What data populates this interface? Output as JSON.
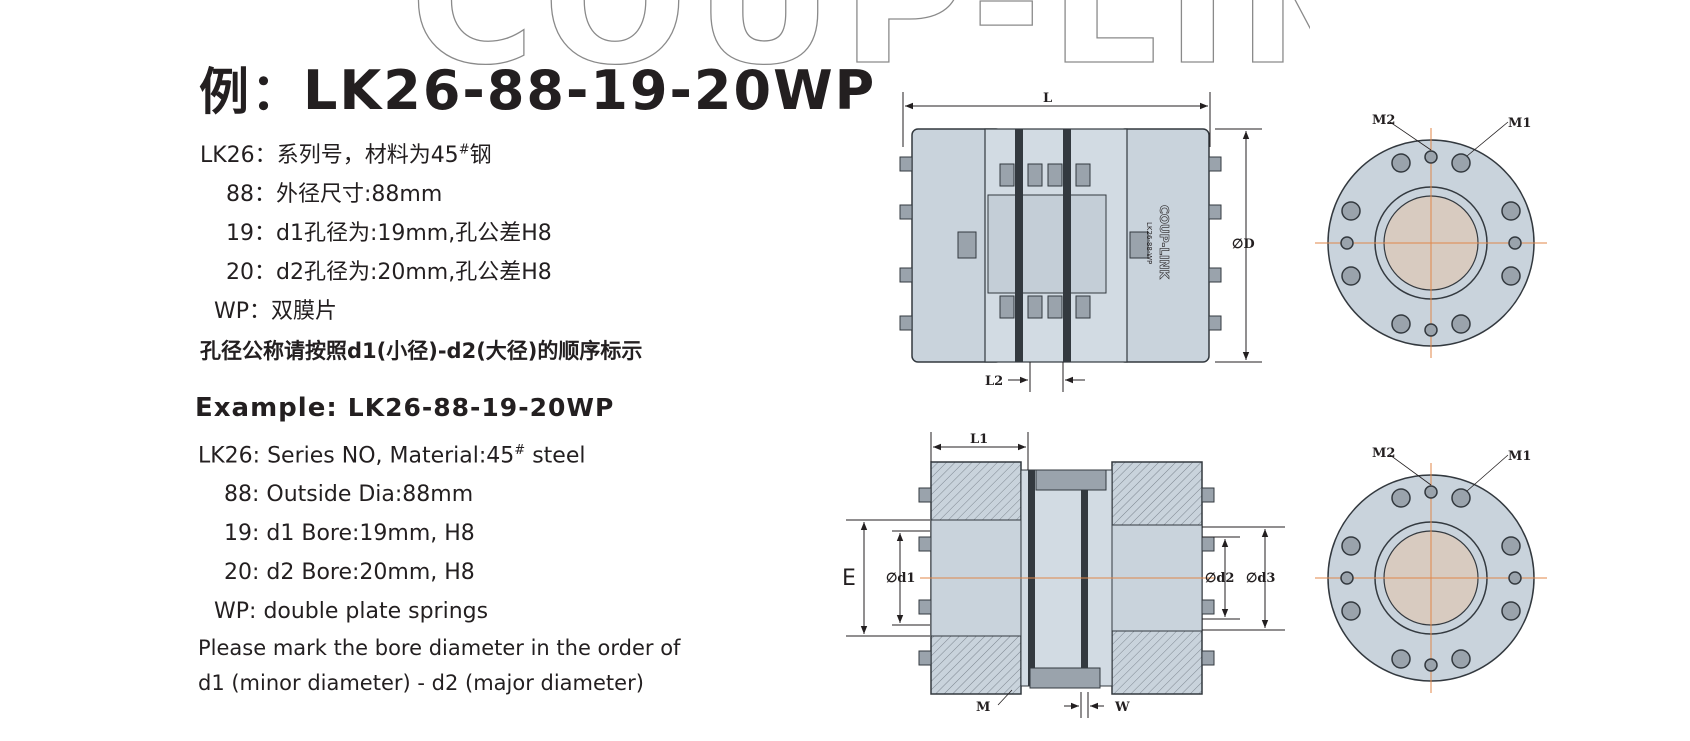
{
  "brand": {
    "watermark": "COUP-LINK",
    "registered_mark": "®",
    "body_label": "COUP-LINK",
    "body_model": "LK26-88-WP"
  },
  "chinese": {
    "prefix": "例：",
    "model": "LK26-88-19-20WP",
    "rows": [
      {
        "code": "LK26：",
        "desc": "系列号，材料为45",
        "sup": "#",
        "desc_after": "钢"
      },
      {
        "code": "88：",
        "desc": "外径尺寸:88mm",
        "sup": "",
        "desc_after": ""
      },
      {
        "code": "19：",
        "desc": "d1孔径为:19mm,孔公差H8",
        "sup": "",
        "desc_after": ""
      },
      {
        "code": "20：",
        "desc": "d2孔径为:20mm,孔公差H8",
        "sup": "",
        "desc_after": ""
      },
      {
        "code": "WP：",
        "desc": "双膜片",
        "sup": "",
        "desc_after": ""
      }
    ],
    "note": "孔径公称请按照d1(小径)-d2(大径)的顺序标示"
  },
  "english": {
    "prefix": "Example: ",
    "model": "LK26-88-19-20WP",
    "rows": [
      {
        "code": "LK26: ",
        "desc": "Series NO, Material:45",
        "sup": "#",
        "desc_after": " steel"
      },
      {
        "code": "88: ",
        "desc": "Outside Dia:88mm",
        "sup": "",
        "desc_after": ""
      },
      {
        "code": "19: ",
        "desc": "d1 Bore:19mm, H8",
        "sup": "",
        "desc_after": ""
      },
      {
        "code": "20: ",
        "desc": "d2 Bore:20mm, H8",
        "sup": "",
        "desc_after": ""
      },
      {
        "code": "WP: ",
        "desc": "double plate springs",
        "sup": "",
        "desc_after": ""
      }
    ],
    "note_line1": "Please mark the bore diameter in the order of",
    "note_line2": "d1 (minor diameter) - d2 (major diameter)"
  },
  "dimensions": {
    "L": "L",
    "D": "∅D",
    "L2": "L2",
    "L1": "L1",
    "E": "E",
    "d1": "∅d1",
    "d2": "∅d2",
    "d3": "∅d3",
    "M": "M",
    "W": "W",
    "M1_top": "M1",
    "M2_top": "M2",
    "M1_bottom": "M1",
    "M2_bottom": "M2"
  },
  "colors": {
    "text": "#231f20",
    "part_fill": "#c9d3dc",
    "part_dark": "#33393f",
    "bore_fill": "#d8cbc0",
    "center_line": "#e0874a",
    "watermark_stroke": "#8a8a8a"
  }
}
